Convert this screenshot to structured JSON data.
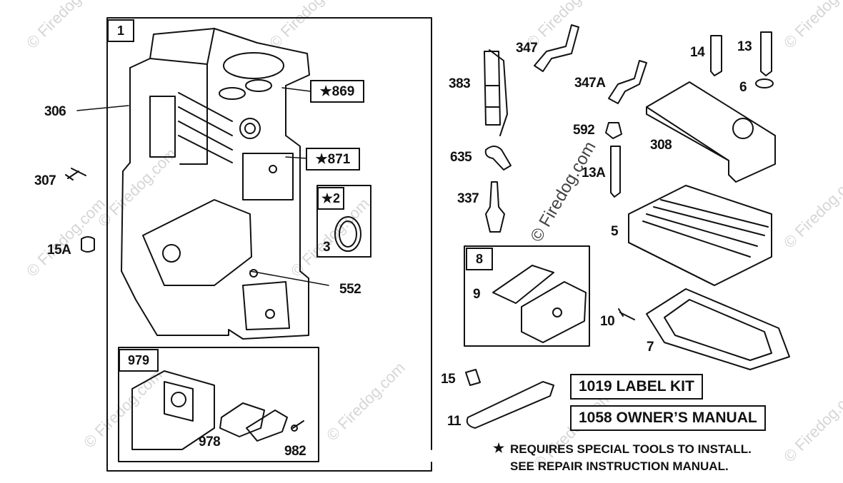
{
  "diagram": {
    "group_boxes": [
      {
        "id": "group-1",
        "label": "1"
      },
      {
        "id": "group-979",
        "label": "979"
      },
      {
        "id": "group-2",
        "label": "★2"
      },
      {
        "id": "group-8",
        "label": "8"
      }
    ],
    "star_callouts": {
      "c869": "★869",
      "c871": "★871"
    },
    "part_labels": {
      "p306": "306",
      "p307": "307",
      "p15A": "15A",
      "p552": "552",
      "p978": "978",
      "p982": "982",
      "p3": "3",
      "p383": "383",
      "p347": "347",
      "p347A": "347A",
      "p14": "14",
      "p13": "13",
      "p6": "6",
      "p592": "592",
      "p308": "308",
      "p635": "635",
      "p13A": "13A",
      "p337": "337",
      "p5": "5",
      "p9": "9",
      "p10": "10",
      "p7": "7",
      "p15": "15",
      "p11": "11"
    },
    "kits": {
      "label_kit": "1019 LABEL KIT",
      "owners_manual": "1058 OWNER’S MANUAL"
    },
    "note": {
      "line1": "REQUIRES SPECIAL TOOLS TO INSTALL.",
      "line2": "SEE REPAIR INSTRUCTION MANUAL."
    },
    "watermark": "© Firedog.com",
    "center_watermark": "© Firedog.com"
  }
}
